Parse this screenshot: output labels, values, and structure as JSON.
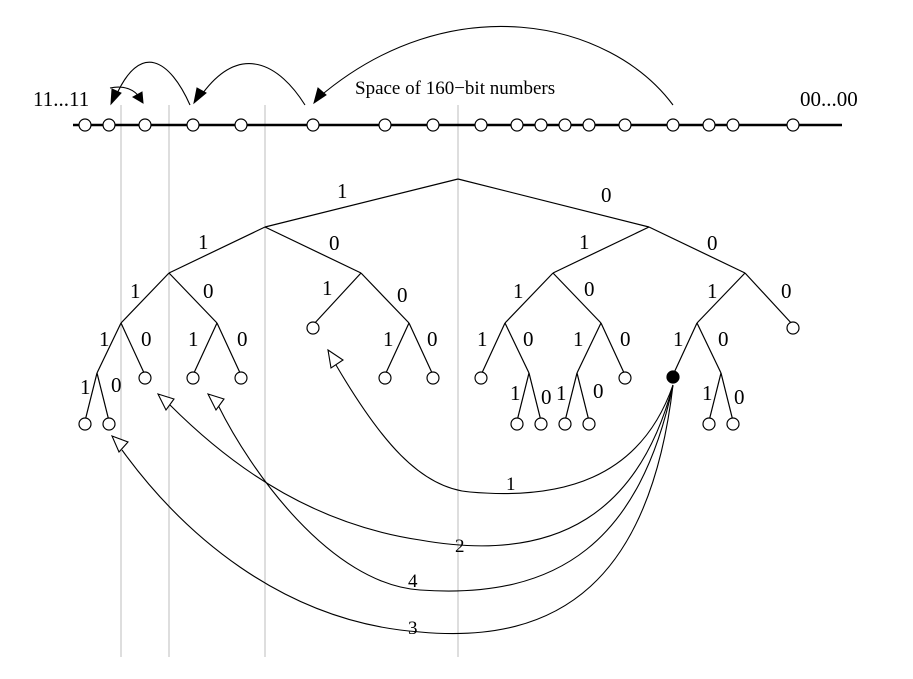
{
  "labels": {
    "space_title": "Space of 160−bit numbers",
    "left_end": "11...11",
    "right_end": "00...00"
  },
  "bits": {
    "one": "1",
    "zero": "0"
  },
  "lookup_steps": [
    "1",
    "2",
    "4",
    "3"
  ],
  "colors": {
    "ink": "#000000",
    "guide": "#c8c8c8",
    "background": "#ffffff"
  }
}
